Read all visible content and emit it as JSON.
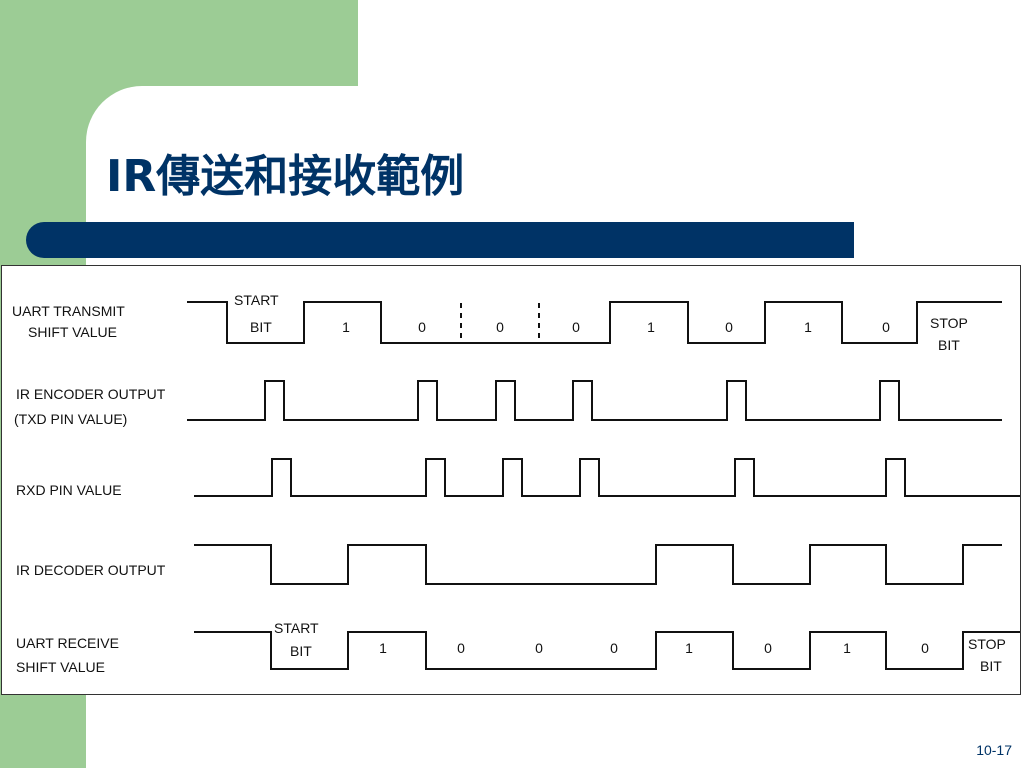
{
  "slide": {
    "title": "IR傳送和接收範例",
    "page_number": "10-17",
    "colors": {
      "green": "#9ccc95",
      "navy": "#003366",
      "signal": "#111111"
    }
  },
  "diagram": {
    "signals": [
      {
        "name": "uart-transmit",
        "label_lines": [
          "UART   TRANSMIT",
          "SHIFT VALUE"
        ],
        "start_label": [
          "START",
          "BIT"
        ],
        "stop_label": [
          "STOP",
          "BIT"
        ],
        "bit_values": [
          "1",
          "0",
          "0",
          "0",
          "1",
          "0",
          "1",
          "0"
        ]
      },
      {
        "name": "ir-encoder",
        "label_lines": [
          "IR  ENCODER OUTPUT",
          "(TXD PIN VALUE)"
        ]
      },
      {
        "name": "rxd-pin",
        "label_lines": [
          "RXD PIN VALUE"
        ]
      },
      {
        "name": "ir-decoder",
        "label_lines": [
          "IR DECODER OUTPUT"
        ]
      },
      {
        "name": "uart-receive",
        "label_lines": [
          "UART RECEIVE",
          "SHIFT VALUE"
        ],
        "start_label": [
          "START",
          "BIT"
        ],
        "stop_label": [
          "STOP",
          "BIT"
        ],
        "bit_values": [
          "1",
          "0",
          "0",
          "0",
          "1",
          "0",
          "1",
          "0"
        ]
      }
    ]
  }
}
